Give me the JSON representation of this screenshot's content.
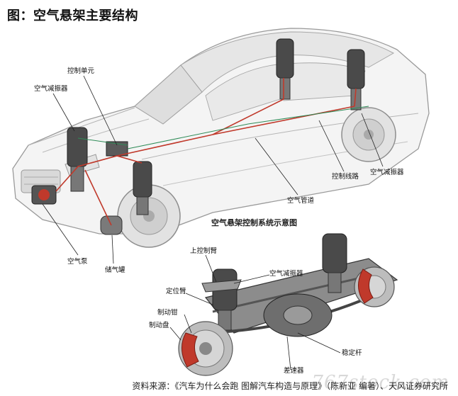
{
  "figure": {
    "title": "图：空气悬架主要结构",
    "source": "资料来源：《汽车为什么会跑 图解汽车构造与原理》（陈新亚 编著）、天风证券研究所",
    "watermark": "767stock.com"
  },
  "car_diagram": {
    "labels": {
      "control_unit": "控制单元",
      "air_shock_front": "空气减振器",
      "air_pump": "空气泵",
      "air_tank": "储气罐",
      "air_pipe": "空气管道",
      "control_line": "控制线路",
      "air_shock_rear": "空气减振器"
    },
    "subtitle": "空气悬架控制系统示意图"
  },
  "chassis_diagram": {
    "labels": {
      "upper_control_arm": "上控制臂",
      "air_shock": "空气减振器",
      "positioning_arm": "定位臂",
      "brake_caliper": "制动钳",
      "brake_disc": "制动盘",
      "stabilizer_bar": "稳定杆",
      "differential": "差速器"
    }
  },
  "colors": {
    "pipe": "#c0392b",
    "caliper": "#c0392b",
    "car_outline": "#9a9a9a"
  }
}
